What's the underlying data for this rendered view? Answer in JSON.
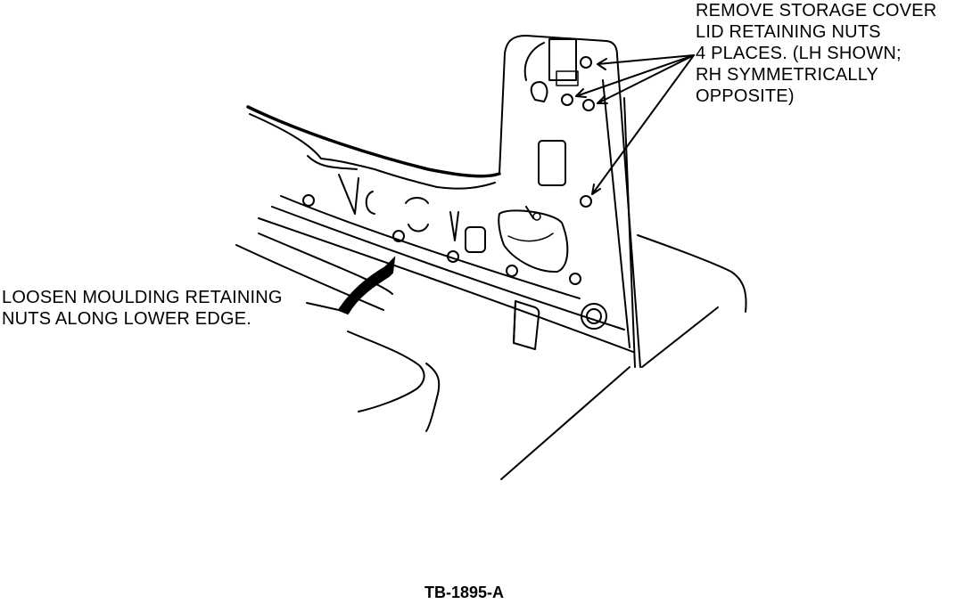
{
  "callouts": {
    "remove_storage_cover": [
      "REMOVE STORAGE COVER",
      "LID RETAINING NUTS",
      "4 PLACES. (LH SHOWN;",
      "RH SYMMETRICALLY",
      "OPPOSITE)"
    ],
    "loosen_moulding": [
      "LOOSEN MOULDING RETAINING",
      "NUTS ALONG LOWER EDGE."
    ]
  },
  "figure_id": "TB-1895-A"
}
